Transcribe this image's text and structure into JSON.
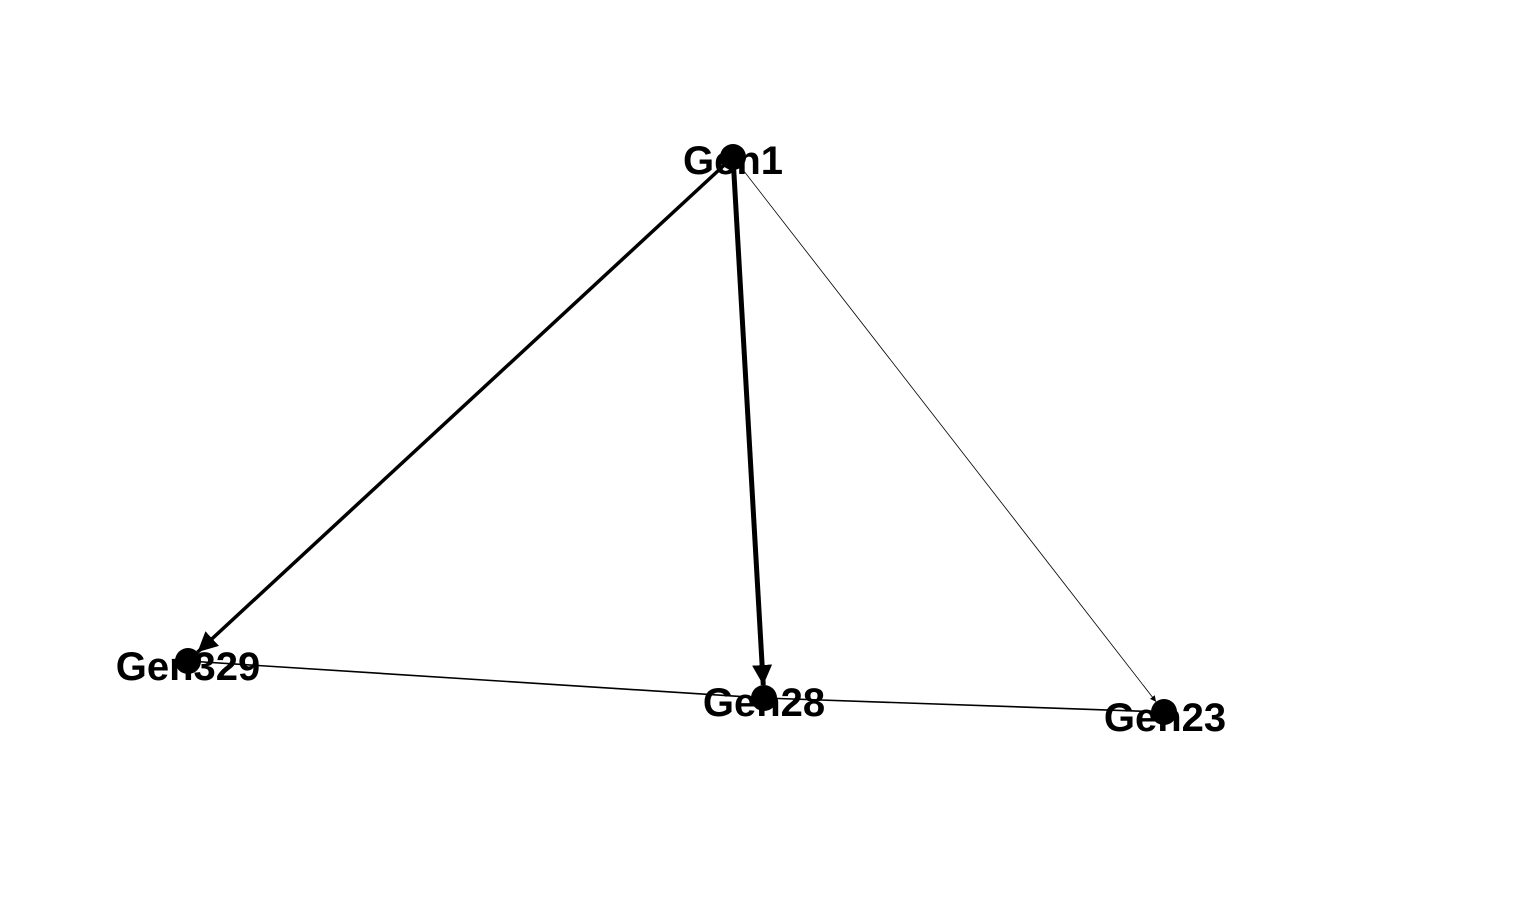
{
  "colors": {
    "background": "#ffffff",
    "edge": "#000000",
    "node": "#000000",
    "label": "#000000"
  },
  "graph": {
    "directed": true,
    "nodes": [
      {
        "id": "gen1",
        "label": "Gen1"
      },
      {
        "id": "gen329",
        "label": "Gen329"
      },
      {
        "id": "gen28",
        "label": "Gen28"
      },
      {
        "id": "gen23",
        "label": "Gen23"
      }
    ],
    "edges": [
      {
        "from": "gen1",
        "to": "gen329",
        "arrow": true
      },
      {
        "from": "gen1",
        "to": "gen28",
        "arrow": true
      },
      {
        "from": "gen1",
        "to": "gen23",
        "arrow": true
      },
      {
        "from": "gen329",
        "to": "gen28",
        "arrow": false
      },
      {
        "from": "gen28",
        "to": "gen23",
        "arrow": false
      }
    ]
  }
}
